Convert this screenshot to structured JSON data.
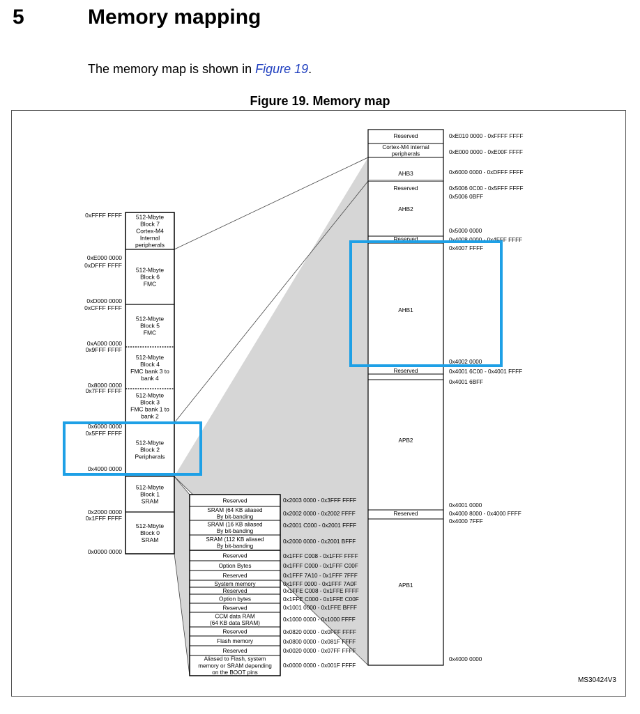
{
  "section": {
    "number": "5",
    "title": "Memory mapping"
  },
  "intro": {
    "text": "The memory map is shown in ",
    "link": "Figure 19",
    "suffix": "."
  },
  "figure": {
    "title": "Figure 19. Memory map",
    "code": "MS30424V3",
    "left_blocks": [
      {
        "lines": [
          "512-Mbyte",
          "Block 7",
          "Cortex-M4",
          "Internal",
          "peripherals"
        ]
      },
      {
        "lines": [
          "512-Mbyte",
          "Block 6",
          "FMC"
        ]
      },
      {
        "lines": [
          "512-Mbyte",
          "Block 5",
          "FMC"
        ]
      },
      {
        "lines": [
          "512-Mbyte",
          "Block 4",
          "FMC bank 3 to",
          "bank 4"
        ]
      },
      {
        "lines": [
          "512-Mbyte",
          "Block 3",
          "FMC bank 1 to",
          "bank 2"
        ]
      },
      {
        "lines": [
          "512-Mbyte",
          "Block 2",
          "Peripherals"
        ]
      },
      {
        "lines": [
          "512-Mbyte",
          "Block 1",
          "SRAM"
        ]
      },
      {
        "lines": [
          "512-Mbyte",
          "Block 0",
          "SRAM"
        ]
      }
    ],
    "left_addresses": [
      "0xFFFF FFFF",
      "0xE000 0000",
      "0xDFFF FFFF",
      "0xD000 0000",
      "0xCFFF FFFF",
      "0xA000 0000",
      "0x9FFF FFFF",
      "0x8000 0000",
      "0x7FFF FFFF",
      "0x6000 0000",
      "0x5FFF FFFF",
      "0x4000 0000",
      "0x2000 0000",
      "0x1FFF FFFF",
      "0x0000 0000"
    ],
    "mid_blocks": [
      {
        "lines": [
          "Reserved"
        ]
      },
      {
        "lines": [
          "SRAM (64 KB aliased",
          "By bit-banding"
        ]
      },
      {
        "lines": [
          "SRAM (16 KB aliased",
          "By bit-banding"
        ]
      },
      {
        "lines": [
          "SRAM (112 KB aliased",
          "By bit-banding"
        ]
      },
      {
        "lines": [
          "Reserved"
        ]
      },
      {
        "lines": [
          "Option Bytes"
        ]
      },
      {
        "lines": [
          "Reserved"
        ]
      },
      {
        "lines": [
          "System memory"
        ]
      },
      {
        "lines": [
          "Reserved"
        ]
      },
      {
        "lines": [
          "Option bytes"
        ]
      },
      {
        "lines": [
          "Reserved"
        ]
      },
      {
        "lines": [
          "CCM data RAM",
          "(64 KB data SRAM)"
        ]
      },
      {
        "lines": [
          "Reserved"
        ]
      },
      {
        "lines": [
          "Flash memory"
        ]
      },
      {
        "lines": [
          "Reserved"
        ]
      },
      {
        "lines": [
          "Aliased to Flash, system",
          "memory or SRAM depending",
          "on the BOOT pins"
        ]
      }
    ],
    "mid_addresses": [
      "0x2003 0000 - 0x3FFF FFFF",
      "0x2002 0000 - 0x2002 FFFF",
      "0x2001 C000 - 0x2001 FFFF",
      "0x2000 0000 - 0x2001 BFFF",
      "0x1FFF C008 - 0x1FFF FFFF",
      "0x1FFF C000 - 0x1FFF C00F",
      "0x1FFF 7A10 - 0x1FFF 7FFF",
      "0x1FFF 0000 - 0x1FFF 7A0F",
      "0x1FFE C008 - 0x1FFE FFFF",
      "0x1FFE C000 - 0x1FFE C00F",
      "0x1001 0000 - 0x1FFE BFFF",
      "0x1000 0000 - 0x1000 FFFF",
      "0x0820 0000 - 0x0FFF FFFF",
      "0x0800 0000 - 0x081F FFFF",
      "0x0020 0000 - 0x07FF FFFF",
      "0x0000 0000 - 0x001F FFFF"
    ],
    "right_blocks": [
      {
        "lines": [
          "Reserved"
        ]
      },
      {
        "lines": [
          "Cortex-M4 internal",
          "peripherals"
        ]
      },
      {
        "lines": [
          "AHB3"
        ]
      },
      {
        "lines": [
          "AHB2"
        ]
      },
      {
        "lines": [
          "Reserved"
        ]
      },
      {
        "lines": [
          "AHB1"
        ]
      },
      {
        "lines": [
          "Reserved"
        ]
      },
      {
        "lines": [
          "APB2"
        ]
      },
      {
        "lines": [
          "Reserved"
        ]
      },
      {
        "lines": [
          "APB1"
        ]
      }
    ],
    "right_reserved_ahb2": "Reserved",
    "right_addresses": [
      "0xE010 0000 - 0xFFFF FFFF",
      "0xE000 0000 - 0xE00F FFFF",
      "0x6000 0000 - 0xDFFF FFFF",
      "0x5006 0C00 - 0x5FFF FFFF",
      "0x5006 0BFF",
      "0x5000 0000",
      "0x4008 0000 - 0x4FFF FFFF",
      "0x4007 FFFF",
      "0x4002 0000",
      "0x4001 6C00 - 0x4001 FFFF",
      "0x4001 6BFF",
      "0x4001 0000",
      "0x4000 8000 - 0x4000 FFFF",
      "0x4000 7FFF",
      "0x4000 0000"
    ],
    "highlight_color": "#1ea0e6"
  }
}
